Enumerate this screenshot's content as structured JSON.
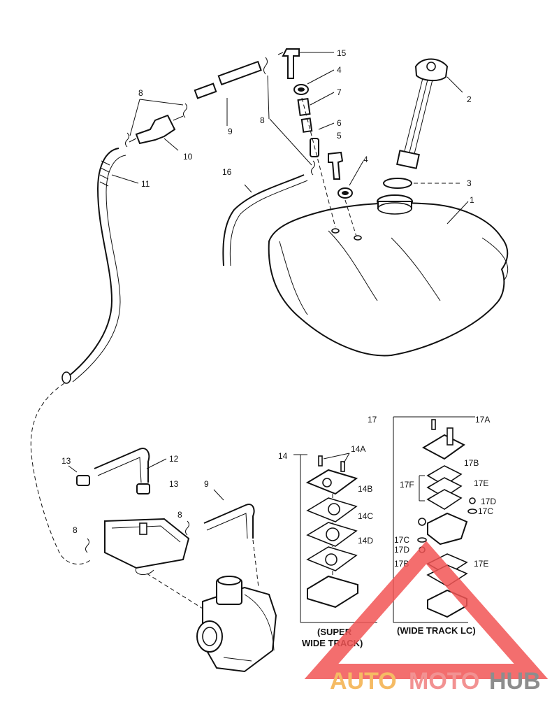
{
  "labels": {
    "l1": "1",
    "l2": "2",
    "l3": "3",
    "l4a": "4",
    "l4b": "4",
    "l5": "5",
    "l6": "6",
    "l7": "7",
    "l8a": "8",
    "l8b": "8",
    "l8c": "8",
    "l8d": "8",
    "l9a": "9",
    "l9b": "9",
    "l10": "10",
    "l11": "11",
    "l12": "12",
    "l13a": "13",
    "l13b": "13",
    "l14": "14",
    "l14A": "14A",
    "l14B": "14B",
    "l14C": "14C",
    "l14D": "14D",
    "l15": "15",
    "l16": "16",
    "l17": "17",
    "l17A": "17A",
    "l17B": "17B",
    "l17E": "17E",
    "l17F": "17F",
    "l17D": "17D",
    "l17C": "17C",
    "l17Ca": "17C",
    "l17Da": "17D",
    "l17Ba": "17B",
    "l17Ea": "17E"
  },
  "captions": {
    "super_line1": "(SUPER",
    "super_line2": "WIDE TRACK)",
    "wide": "(WIDE TRACK LC)"
  },
  "watermark": {
    "auto": "AUTO",
    "moto": "MOTO",
    "hub": "HUB",
    "color_triangle": "#f25555",
    "color_auto": "#f4b04a",
    "color_moto": "#f08080",
    "color_hub": "#7a7a7a"
  }
}
